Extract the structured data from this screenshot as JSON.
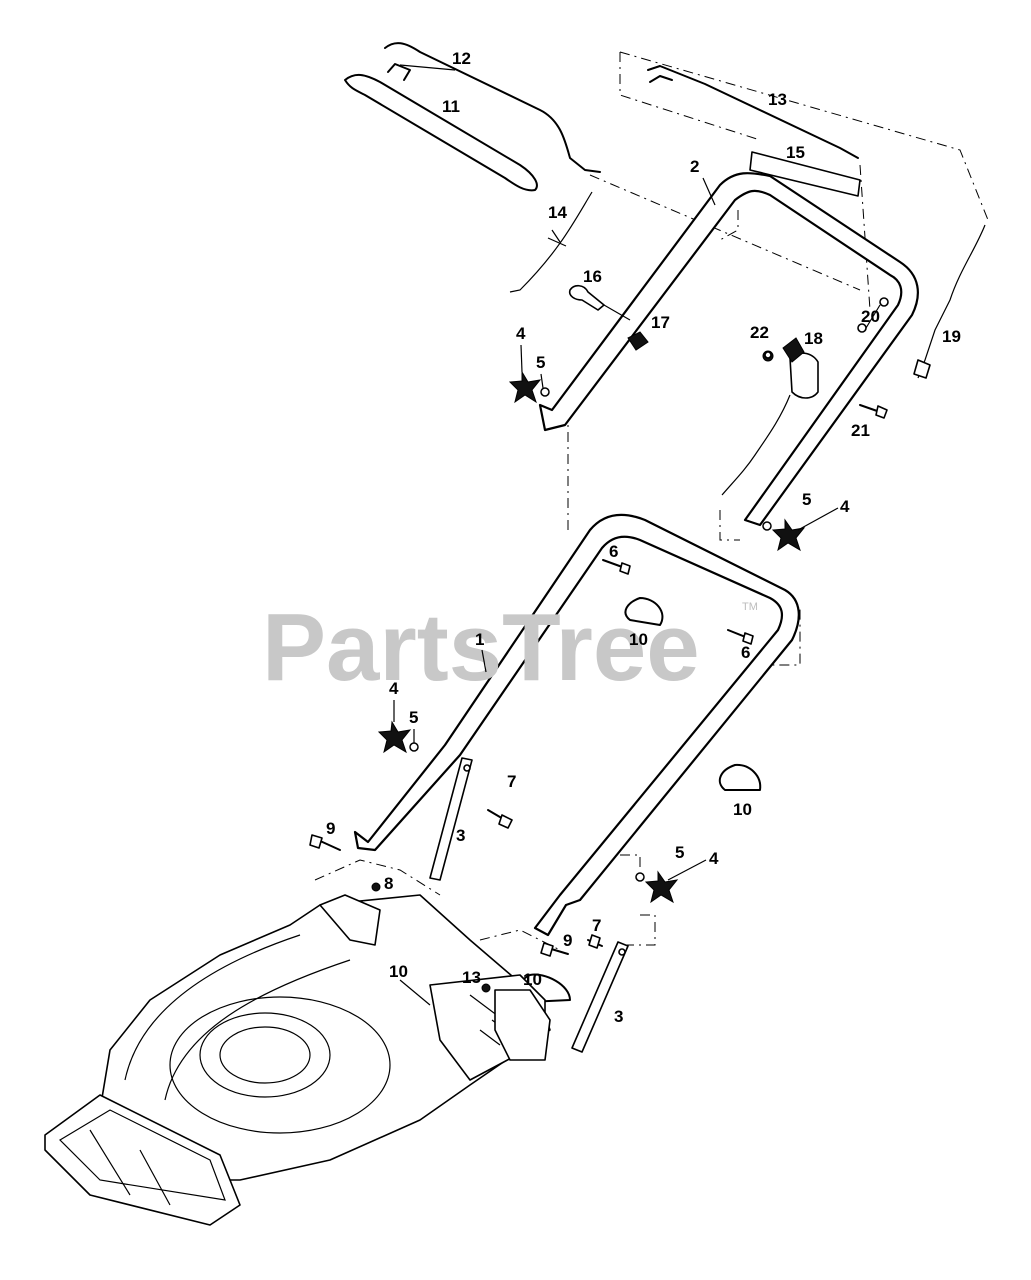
{
  "watermark": {
    "text": "PartsTree",
    "trademark": "TM"
  },
  "callouts": [
    {
      "id": "c-12",
      "text": "12"
    },
    {
      "id": "c-11",
      "text": "11"
    },
    {
      "id": "c-13a",
      "text": "13"
    },
    {
      "id": "c-15",
      "text": "15"
    },
    {
      "id": "c-2",
      "text": "2"
    },
    {
      "id": "c-14",
      "text": "14"
    },
    {
      "id": "c-16",
      "text": "16"
    },
    {
      "id": "c-17",
      "text": "17"
    },
    {
      "id": "c-4a",
      "text": "4"
    },
    {
      "id": "c-5a",
      "text": "5"
    },
    {
      "id": "c-22",
      "text": "22"
    },
    {
      "id": "c-18",
      "text": "18"
    },
    {
      "id": "c-20",
      "text": "20"
    },
    {
      "id": "c-19",
      "text": "19"
    },
    {
      "id": "c-21",
      "text": "21"
    },
    {
      "id": "c-5b",
      "text": "5"
    },
    {
      "id": "c-4b",
      "text": "4"
    },
    {
      "id": "c-6a",
      "text": "6"
    },
    {
      "id": "c-10a",
      "text": "10"
    },
    {
      "id": "c-6b",
      "text": "6"
    },
    {
      "id": "c-1",
      "text": "1"
    },
    {
      "id": "c-4c",
      "text": "4"
    },
    {
      "id": "c-5c",
      "text": "5"
    },
    {
      "id": "c-7a",
      "text": "7"
    },
    {
      "id": "c-9a",
      "text": "9"
    },
    {
      "id": "c-3a",
      "text": "3"
    },
    {
      "id": "c-10b",
      "text": "10"
    },
    {
      "id": "c-8",
      "text": "8"
    },
    {
      "id": "c-5d",
      "text": "5"
    },
    {
      "id": "c-4d",
      "text": "4"
    },
    {
      "id": "c-7b",
      "text": "7"
    },
    {
      "id": "c-9b",
      "text": "9"
    },
    {
      "id": "c-10c",
      "text": "10"
    },
    {
      "id": "c-13b",
      "text": "13"
    },
    {
      "id": "c-10d",
      "text": "10"
    },
    {
      "id": "c-3b",
      "text": "3"
    }
  ]
}
